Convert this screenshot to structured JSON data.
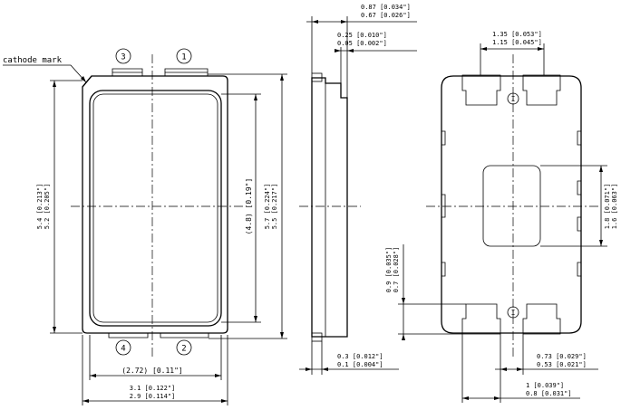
{
  "labels": {
    "cathode_mark": "cathode mark",
    "pin1": "1",
    "pin2": "2",
    "pin3": "3",
    "pin4": "4",
    "pinI_top": "I",
    "pinI_bottom": "I"
  },
  "dims": {
    "width_outer": "3.1 [0.122\"]",
    "width_outer2": "2.9 [0.114\"]",
    "width_inner": "(2.72) [0.11\"]",
    "height_left_1": "5.4 [0.213\"]",
    "height_left_2": "5.2 [0.205\"]",
    "lens_height": "(4.8) [0.19\"]",
    "height_right_1": "5.7 [0.224\"]",
    "height_right_2": "5.5 [0.217\"]",
    "side_top_1": "0.87 [0.034\"]",
    "side_top_2": "0.67 [0.026\"]",
    "side_step_1": "0.25 [0.010\"]",
    "side_step_2": "0.05 [0.002\"]",
    "side_bottom_1": "0.3 [0.012\"]",
    "side_bottom_2": "0.1 [0.004\"]",
    "back_top_1": "1.35 [0.053\"]",
    "back_top_2": "1.15 [0.045\"]",
    "back_pad_1": "1.8 [0.071\"]",
    "back_pad_2": "1.6 [0.063\"]",
    "back_left_1": "0.9 [0.035\"]",
    "back_left_2": "0.7 [0.028\"]",
    "back_bottom_1": "0.73 [0.029\"]",
    "back_bottom_2": "0.53 [0.021\"]",
    "back_foot_1": "1 [0.039\"]",
    "back_foot_2": "0.8 [0.031\"]"
  }
}
